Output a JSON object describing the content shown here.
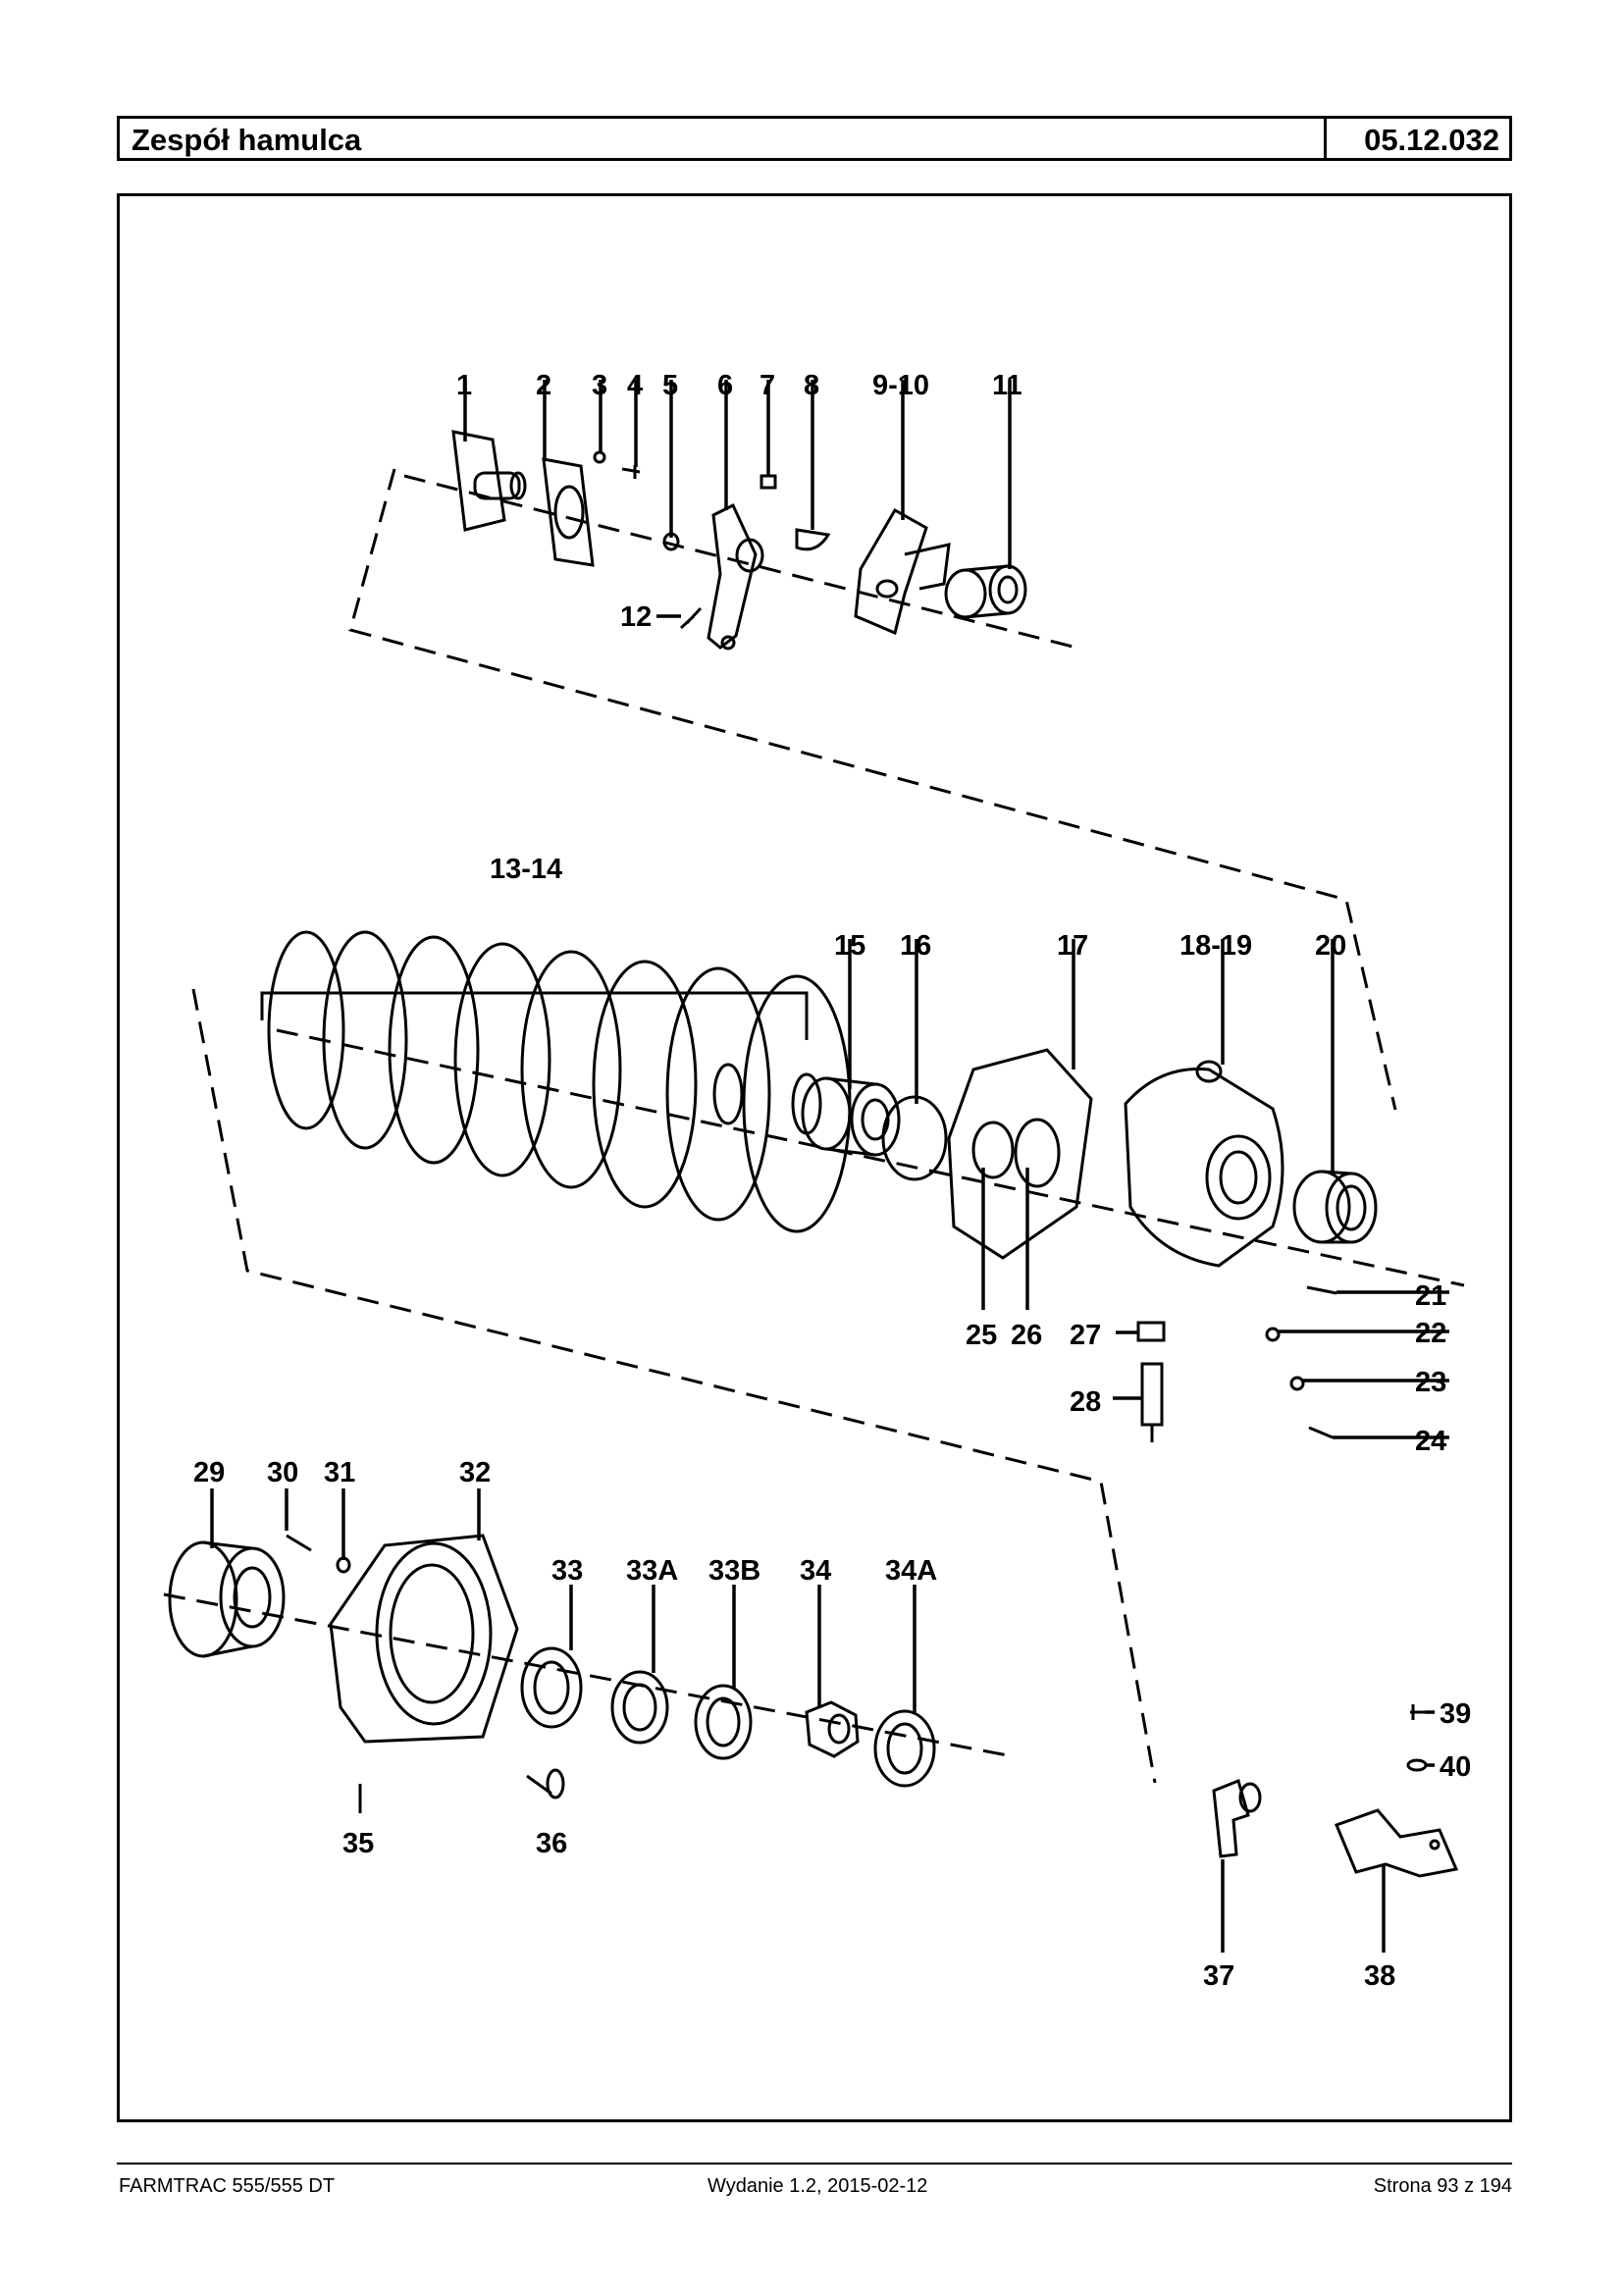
{
  "header": {
    "title": "Zespół hamulca",
    "code": "05.12.032"
  },
  "diagram": {
    "type": "exploded-parts-view",
    "callouts": [
      "1",
      "2",
      "3",
      "4",
      "5",
      "6",
      "7",
      "8",
      "9-10",
      "11",
      "12",
      "13-14",
      "15",
      "16",
      "17",
      "18-19",
      "20",
      "21",
      "22",
      "23",
      "24",
      "25",
      "26",
      "27",
      "28",
      "29",
      "30",
      "31",
      "32",
      "33",
      "33A",
      "33B",
      "34",
      "34A",
      "35",
      "36",
      "37",
      "38",
      "39",
      "40"
    ]
  },
  "footer": {
    "model": "FARMTRAC 555/555 DT",
    "edition": "Wydanie 1.2,  2015-02-12",
    "page": "Strona 93 z 194"
  }
}
